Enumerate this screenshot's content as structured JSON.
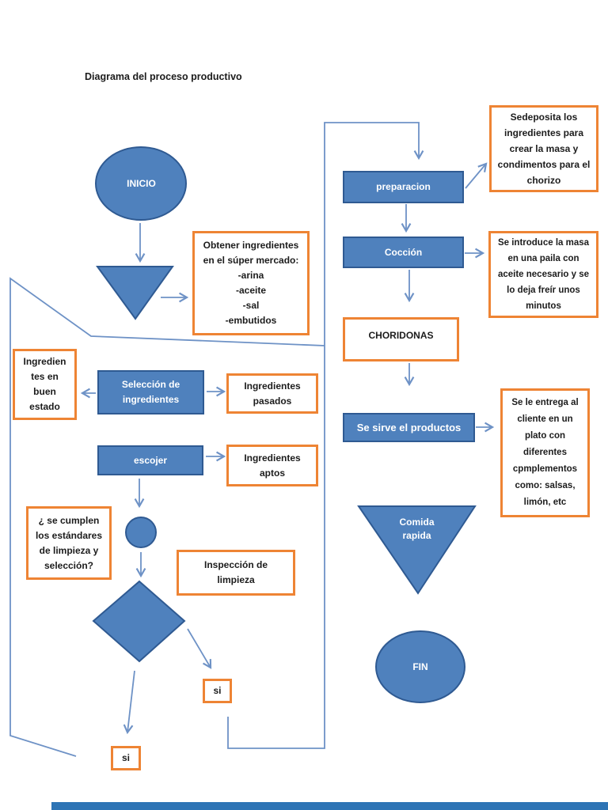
{
  "title": "Diagrama del proceso productivo",
  "colors": {
    "shape_fill": "#4f81bd",
    "shape_border": "#2f5a92",
    "connector": "#6e92c6",
    "box_border": "#ee8434",
    "text": "#1c1c1c",
    "footer_bar": "#2d74b5"
  },
  "nodes": {
    "inicio": "INICIO",
    "obtener": "Obtener ingredientes\nen el súper mercado:\n-arina\n-aceite\n-sal\n-embutidos",
    "buen_estado": "Ingredien\ntes en\nbuen\nestado",
    "seleccion": "Selección de\ningredientes",
    "pasados": "Ingredientes\npasados",
    "escojer": "escojer",
    "aptos": "Ingredientes\naptos",
    "estandares": "¿ se cumplen\nlos estándares\nde limpieza y\nselección?",
    "inspeccion": "Inspección de\nlimpieza",
    "si_right": "si",
    "si_left": "si",
    "preparacion": "preparacion",
    "deposita": "Sedeposita los\ningredientes para\ncrear la masa y\ncondimentos para el\nchorizo",
    "coccion": "Cocción",
    "introduce": "Se introduce la masa\nen una paila con\naceite necesario y se\nlo deja freír unos\nminutos",
    "choridonas": "CHORIDONAS",
    "sirve": "Se sirve el productos",
    "entrega": "Se le entrega al\ncliente en un\nplato con\ndiferentes\ncpmplementos\ncomo: salsas,\nlimón, etc",
    "comida": "Comida\nrapida",
    "fin": "FIN"
  }
}
